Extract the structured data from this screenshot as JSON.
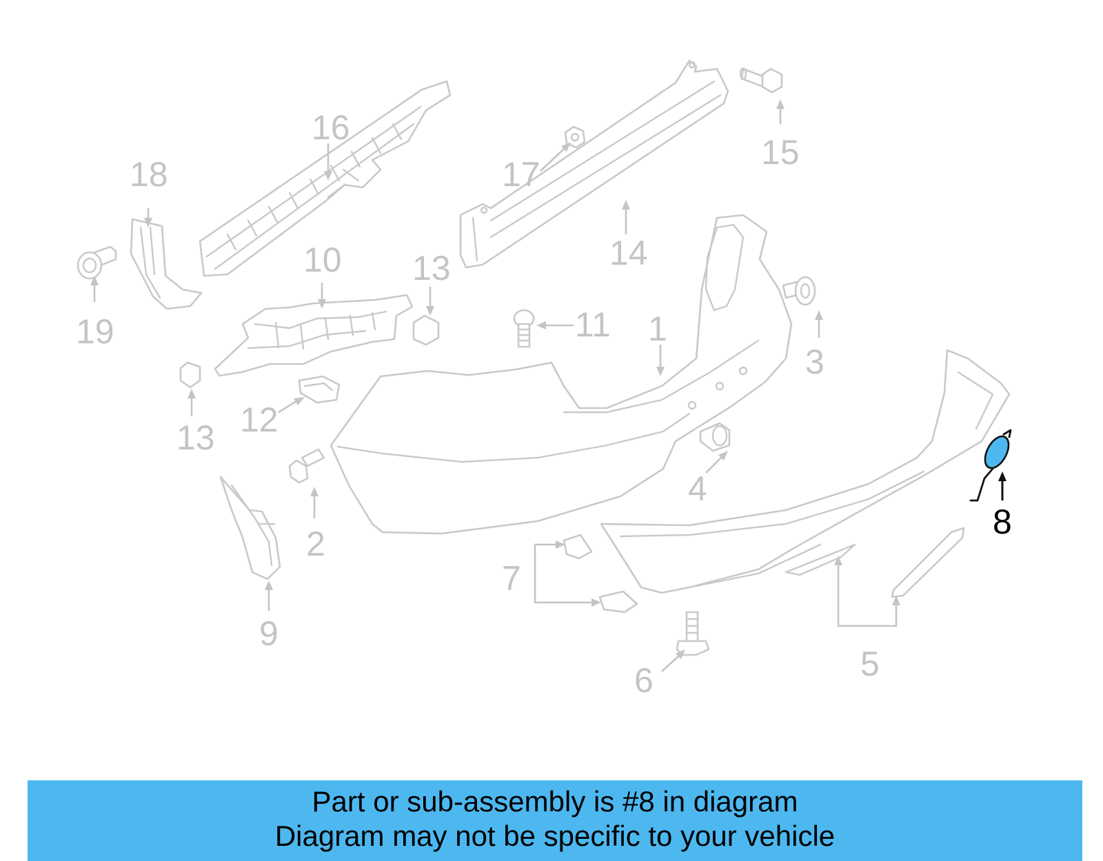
{
  "diagram": {
    "highlight_color": "#4db8f0",
    "part_color": "#c9c9c9",
    "selected_part": "8",
    "callouts": {
      "c1": "1",
      "c2": "2",
      "c3": "3",
      "c4": "4",
      "c5": "5",
      "c6": "6",
      "c7": "7",
      "c8": "8",
      "c9": "9",
      "c10": "10",
      "c11": "11",
      "c12": "12",
      "c13a": "13",
      "c13b": "13",
      "c14": "14",
      "c15": "15",
      "c16": "16",
      "c17": "17",
      "c18": "18",
      "c19": "19"
    }
  },
  "banner": {
    "line1": "Part or sub-assembly is #8 in diagram",
    "line2": "Diagram may not be specific to your vehicle"
  }
}
